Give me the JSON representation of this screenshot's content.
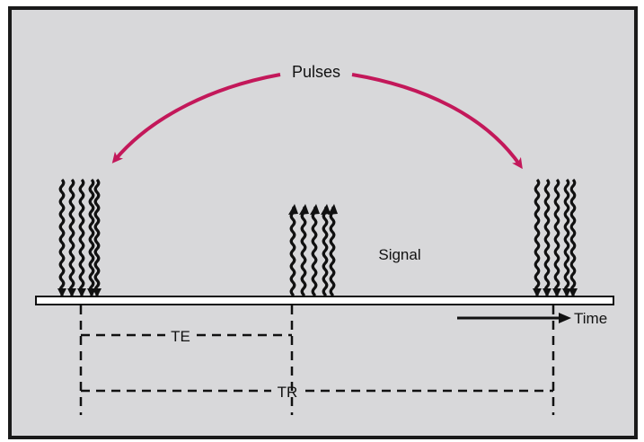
{
  "diagram": {
    "pulses_label": "Pulses",
    "signal_label": "Signal",
    "time_label": "Time",
    "te_label": "TE",
    "tr_label": "TR"
  },
  "colors": {
    "background": "#d8d8da",
    "frame": "#1a1a1a",
    "ink": "#111111",
    "arrow_accent": "#c3185a"
  },
  "icons": {
    "pulse_glyph": "wavy-down-arrow",
    "signal_glyph": "wavy-up-arrow",
    "time_arrow": "right-arrow"
  }
}
